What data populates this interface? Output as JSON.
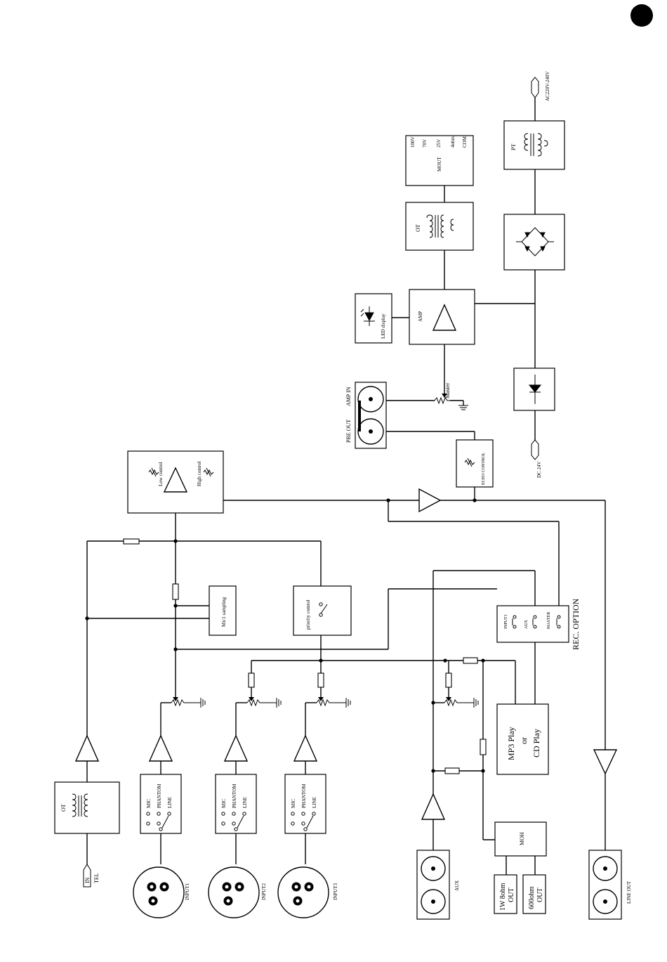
{
  "diagram": {
    "blocks": {
      "tel_transformer": "OT",
      "ot_transformer": "OT",
      "pt_transformer": "PT",
      "mout": "MOUT",
      "amp": "AMP",
      "led_display": "LED display",
      "mic1_sampling": "Mic1 sampling",
      "priority_control": "priority control",
      "tone_low": "Low control",
      "tone_high": "High control",
      "echo_control": "ECHO CONTROL",
      "master": "Master",
      "moh": "MOH",
      "mp3_line1": "MP3 Play",
      "mp3_line2": "or",
      "mp3_line3": "CD Play",
      "rec_option": "REC. OPTION",
      "rec_input1": "INPUT1",
      "rec_aux": "AUX",
      "rec_master": "MASTER"
    },
    "inputs": {
      "mic": "MIC",
      "phantom": "PHANTOM",
      "line": "LINE",
      "input1": "INPUT1",
      "input2": "INPUT2",
      "input3": "INPUT3"
    },
    "terminals": {
      "tel_in": "IN",
      "tel": "TEL",
      "aux": "AUX",
      "line_out": "LINE OUT",
      "pre_out": "PRE OUT",
      "amp_in": "AMP IN",
      "dc": "DC 24V",
      "ac": "AC220V-240V",
      "out_8ohm_1": "1W 8ohm",
      "out_8ohm_2": "OUT",
      "out_600_1": "600ohm",
      "out_600_2": "OUT"
    },
    "speaker_taps": [
      "100V",
      "70V",
      "25V",
      "4ohm",
      "COM"
    ]
  }
}
